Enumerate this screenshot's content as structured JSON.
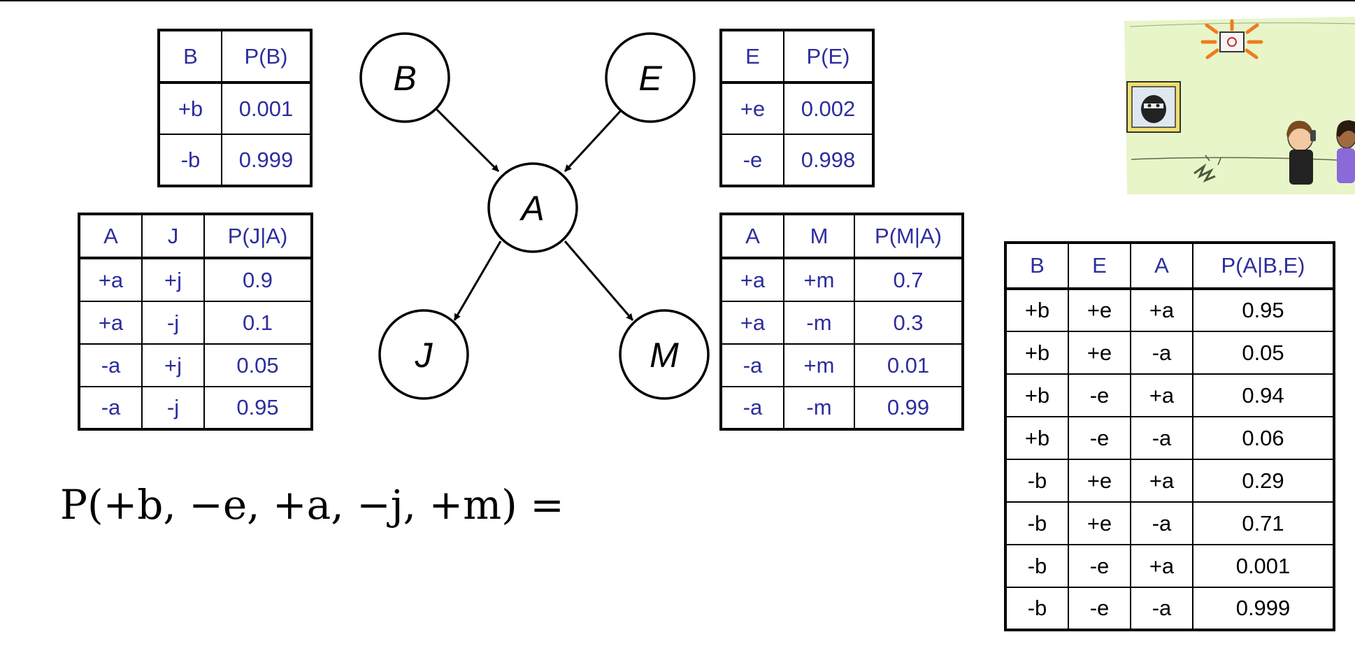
{
  "graph": {
    "nodes": [
      {
        "id": "B",
        "label": "B"
      },
      {
        "id": "E",
        "label": "E"
      },
      {
        "id": "A",
        "label": "A"
      },
      {
        "id": "J",
        "label": "J"
      },
      {
        "id": "M",
        "label": "M"
      }
    ],
    "edges": [
      [
        "B",
        "A"
      ],
      [
        "E",
        "A"
      ],
      [
        "A",
        "J"
      ],
      [
        "A",
        "M"
      ]
    ]
  },
  "tables": {
    "b": {
      "headers": [
        "B",
        "P(B)"
      ],
      "rows": [
        [
          "+b",
          "0.001"
        ],
        [
          "-b",
          "0.999"
        ]
      ]
    },
    "e": {
      "headers": [
        "E",
        "P(E)"
      ],
      "rows": [
        [
          "+e",
          "0.002"
        ],
        [
          "-e",
          "0.998"
        ]
      ]
    },
    "j": {
      "headers": [
        "A",
        "J",
        "P(J|A)"
      ],
      "rows": [
        [
          "+a",
          "+j",
          "0.9"
        ],
        [
          "+a",
          "-j",
          "0.1"
        ],
        [
          "-a",
          "+j",
          "0.05"
        ],
        [
          "-a",
          "-j",
          "0.95"
        ]
      ]
    },
    "m": {
      "headers": [
        "A",
        "M",
        "P(M|A)"
      ],
      "rows": [
        [
          "+a",
          "+m",
          "0.7"
        ],
        [
          "+a",
          "-m",
          "0.3"
        ],
        [
          "-a",
          "+m",
          "0.01"
        ],
        [
          "-a",
          "-m",
          "0.99"
        ]
      ]
    },
    "a": {
      "headers": [
        "B",
        "E",
        "A",
        "P(A|B,E)"
      ],
      "rows": [
        [
          "+b",
          "+e",
          "+a",
          "0.95"
        ],
        [
          "+b",
          "+e",
          "-a",
          "0.05"
        ],
        [
          "+b",
          "-e",
          "+a",
          "0.94"
        ],
        [
          "+b",
          "-e",
          "-a",
          "0.06"
        ],
        [
          "-b",
          "+e",
          "+a",
          "0.29"
        ],
        [
          "-b",
          "+e",
          "-a",
          "0.71"
        ],
        [
          "-b",
          "-e",
          "+a",
          "0.001"
        ],
        [
          "-b",
          "-e",
          "-a",
          "0.999"
        ]
      ]
    }
  },
  "formula": {
    "text": "P(+b, −e, +a, −j, +m) ="
  },
  "colors": {
    "table_blue": "#2d2d9e",
    "cartoon_background": "#e8f5c8"
  }
}
